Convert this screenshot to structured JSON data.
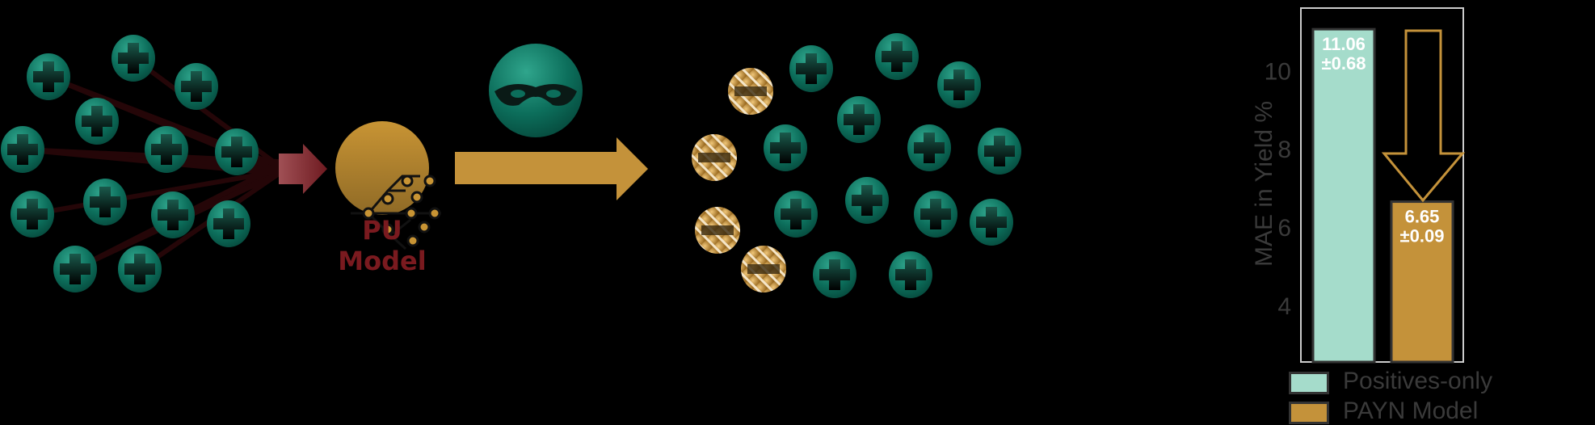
{
  "pu_model": {
    "line1": "PU",
    "line2": "Model"
  },
  "icons": [
    "positive-particle-icon",
    "unlabeled-particle-icon",
    "neural-tree-icon",
    "masked-face-icon",
    "arrow-right-icon",
    "arrow-down-icon"
  ],
  "colors": {
    "teal": "#0e7a66",
    "gold": "#c4923a",
    "red": "#7a1a1f",
    "mint": "#a5dccb"
  },
  "chart_data": {
    "type": "bar",
    "categories": [
      "Positives-only",
      "PAYN Model"
    ],
    "values": [
      11.06,
      6.65
    ],
    "errors": [
      0.68,
      0.09
    ],
    "labels": [
      "11.06",
      "±0.68",
      "6.65",
      "±0.09"
    ],
    "ylabel": "MAE in Yield %",
    "yticks": [
      "4",
      "6",
      "8",
      "10"
    ],
    "ylim": [
      2.55,
      11.6
    ],
    "legend": [
      "Positives-only",
      "PAYN Model"
    ],
    "legend_position": "bottom",
    "colors": [
      "#a5dccb",
      "#c4923a"
    ]
  }
}
